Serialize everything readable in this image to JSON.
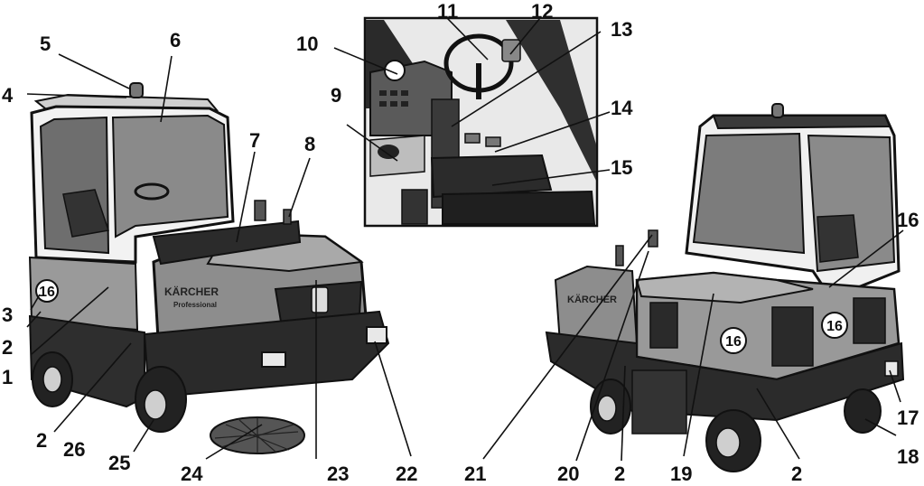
{
  "callouts": {
    "c1": "1",
    "c2": "2",
    "c3": "3",
    "c4": "4",
    "c5": "5",
    "c6": "6",
    "c7": "7",
    "c8": "8",
    "c9": "9",
    "c10": "10",
    "c11": "11",
    "c12": "12",
    "c13": "13",
    "c14": "14",
    "c15": "15",
    "c16": "16",
    "c17": "17",
    "c18": "18",
    "c19": "19",
    "c20": "20",
    "c21": "21",
    "c22": "22",
    "c23": "23",
    "c24": "24",
    "c25": "25",
    "c26": "26"
  },
  "decals": {
    "number_badge": "16"
  },
  "branding": {
    "brand": "KÄRCHER",
    "sub": "Professional"
  },
  "colors": {
    "ink": "#111111",
    "panel": "#9a9a9a",
    "dark": "#3a3a3a",
    "light": "#d6d6d6"
  }
}
